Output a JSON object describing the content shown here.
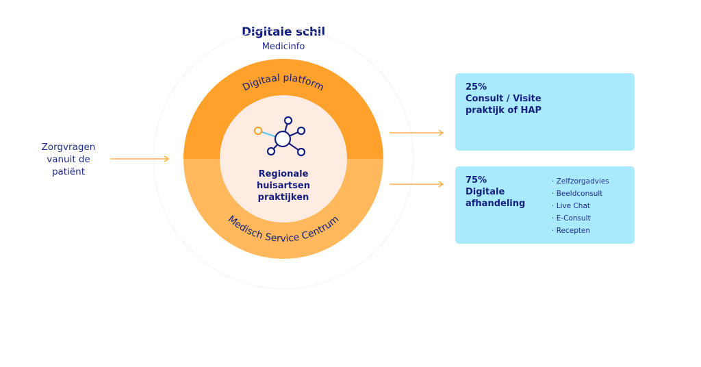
{
  "header": {
    "title": "Digitale schil",
    "subtitle": "Medicinfo"
  },
  "input": {
    "label_lines": [
      "Zorgvragen",
      "vanuit de",
      "patiënt"
    ]
  },
  "ring": {
    "top_label": "Digitaal platform",
    "bottom_label": "Medisch Service Centrum",
    "center_label_lines": [
      "Regionale",
      "huisartsen",
      "praktijken"
    ],
    "center_icon": "network-hub-icon",
    "colors": {
      "top": "#ffa12b",
      "bottom": "#ffb95c",
      "center": "#feebe1",
      "text": "#141f7d",
      "arrow": "#ffb14a"
    }
  },
  "outputs": [
    {
      "percent": "25%",
      "title_lines": [
        "Consult / Visite",
        "praktijk of HAP"
      ],
      "items": []
    },
    {
      "percent": "75%",
      "title_lines": [
        "Digitale",
        "afhandeling"
      ],
      "items": [
        "Zelfzorgadvies",
        "Beeldconsult",
        "Live Chat",
        "E-Consult",
        "Recepten"
      ]
    }
  ],
  "box_color": "#aaeaff"
}
